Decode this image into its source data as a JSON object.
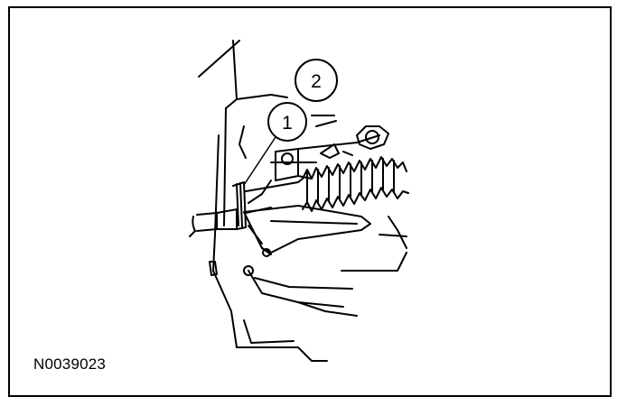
{
  "figure": {
    "reference_code": "N0039023",
    "callouts": [
      {
        "id": "1",
        "label": "1"
      },
      {
        "id": "2",
        "label": "2"
      }
    ],
    "colors": {
      "line": "#000000",
      "background": "#ffffff"
    }
  }
}
